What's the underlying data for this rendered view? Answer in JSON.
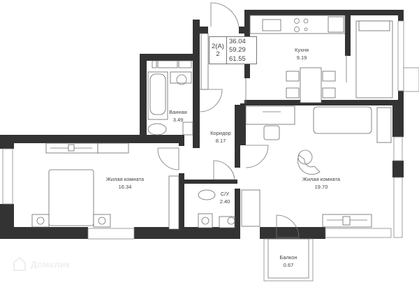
{
  "apartment": {
    "type_code": "2(A)",
    "rooms_count": "2",
    "areas": [
      "36.04",
      "59.29",
      "61.55"
    ]
  },
  "rooms": [
    {
      "id": "kitchen",
      "name": "Кухня",
      "area": "9.19"
    },
    {
      "id": "bathroom",
      "name": "Ванная",
      "area": "3.49"
    },
    {
      "id": "corridor",
      "name": "Коридор",
      "area": "8.17"
    },
    {
      "id": "bedroom-left",
      "name": "Жилая комната",
      "area": "16.34"
    },
    {
      "id": "toilet",
      "name": "С/У",
      "area": "2.40"
    },
    {
      "id": "living-right",
      "name": "Жилая комната",
      "area": "19.70"
    },
    {
      "id": "balcony",
      "name": "Балкон",
      "area": "0.67"
    }
  ],
  "watermark": {
    "text": "Домклик",
    "icon": "house-logo-icon"
  },
  "colors": {
    "wall": "#333333",
    "line": "#777777",
    "background": "#ffffff"
  }
}
